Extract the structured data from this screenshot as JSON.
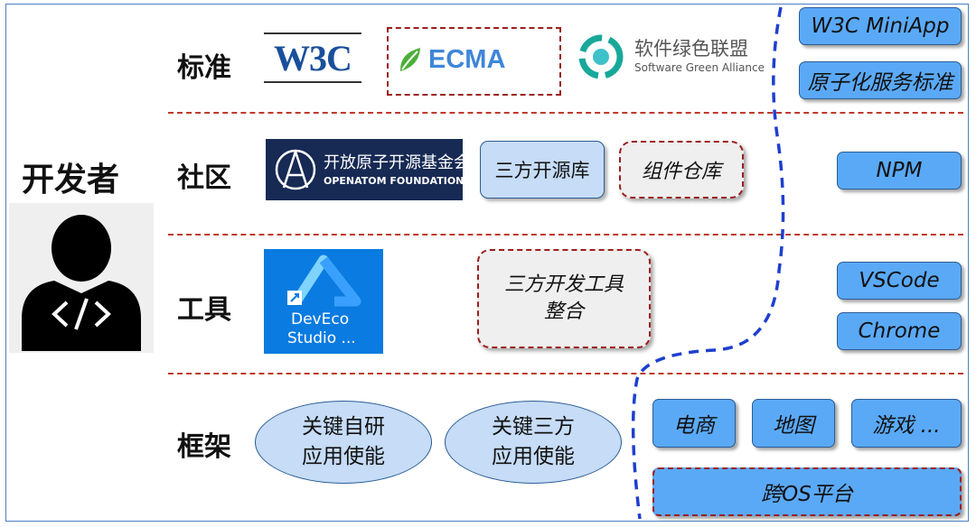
{
  "developer": {
    "label": "开发者"
  },
  "rows": {
    "standard": {
      "label": "标准"
    },
    "community": {
      "label": "社区"
    },
    "tools": {
      "label": "工具"
    },
    "framework": {
      "label": "框架"
    }
  },
  "logos": {
    "w3c": {
      "text": "W3C"
    },
    "ecma": {
      "text": "ECMA"
    },
    "green_alliance": {
      "cn": "软件绿色联盟",
      "en": "Software Green Alliance"
    },
    "openatom": {
      "cn": "开放原子开源基金会",
      "en": "OPENATOM FOUNDATION"
    },
    "deveco": {
      "line1": "DevEco",
      "line2": "Studio ..."
    }
  },
  "community": {
    "third_party_lib": "三方开源库",
    "component_repo": "组件仓库"
  },
  "tools": {
    "integration_line1": "三方开发工具",
    "integration_line2": "整合"
  },
  "framework": {
    "self_dev_line1": "关键自研",
    "self_dev_line2": "应用使能",
    "third_party_line1": "关键三方",
    "third_party_line2": "应用使能"
  },
  "right": {
    "w3c_miniapp": "W3C MiniApp",
    "atomic_service": "原子化服务标准",
    "npm": "NPM",
    "vscode": "VSCode",
    "chrome": "Chrome",
    "ecommerce": "电商",
    "map": "地图",
    "games": "游戏 ...",
    "cross_os": "跨OS平台"
  },
  "colors": {
    "box_blue": "#5aa9f7",
    "pale_blue": "#c6dcf7",
    "divider_red": "#c0392b",
    "boundary_blue": "#1f3fcf"
  }
}
